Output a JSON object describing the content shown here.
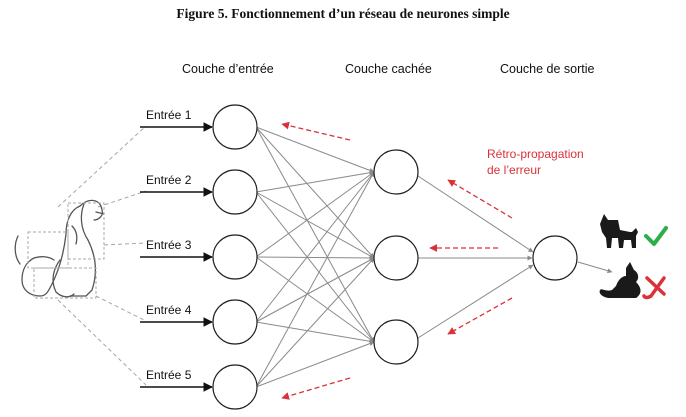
{
  "figure_title": "Figure 5. Fonctionnement d’un réseau de neurones simple",
  "layers": {
    "input": "Couche d’entrée",
    "hidden": "Couche cachée",
    "output": "Couche de sortie"
  },
  "inputs": [
    "Entrée 1",
    "Entrée 2",
    "Entrée 3",
    "Entrée 4",
    "Entrée 5"
  ],
  "backprop": {
    "line1": "Rétro-propagation",
    "line2": "de l’erreur",
    "color": "#d9323a"
  },
  "results": [
    {
      "animal": "dog-icon",
      "mark": "check-icon",
      "color": "#2eae4a"
    },
    {
      "animal": "cat-icon",
      "mark": "cross-icon",
      "color": "#d9323a"
    }
  ],
  "colors": {
    "neuron_stroke": "#222222",
    "connection": "#8a8a8a",
    "arrow": "#111111",
    "guide": "#a6a6a6"
  }
}
